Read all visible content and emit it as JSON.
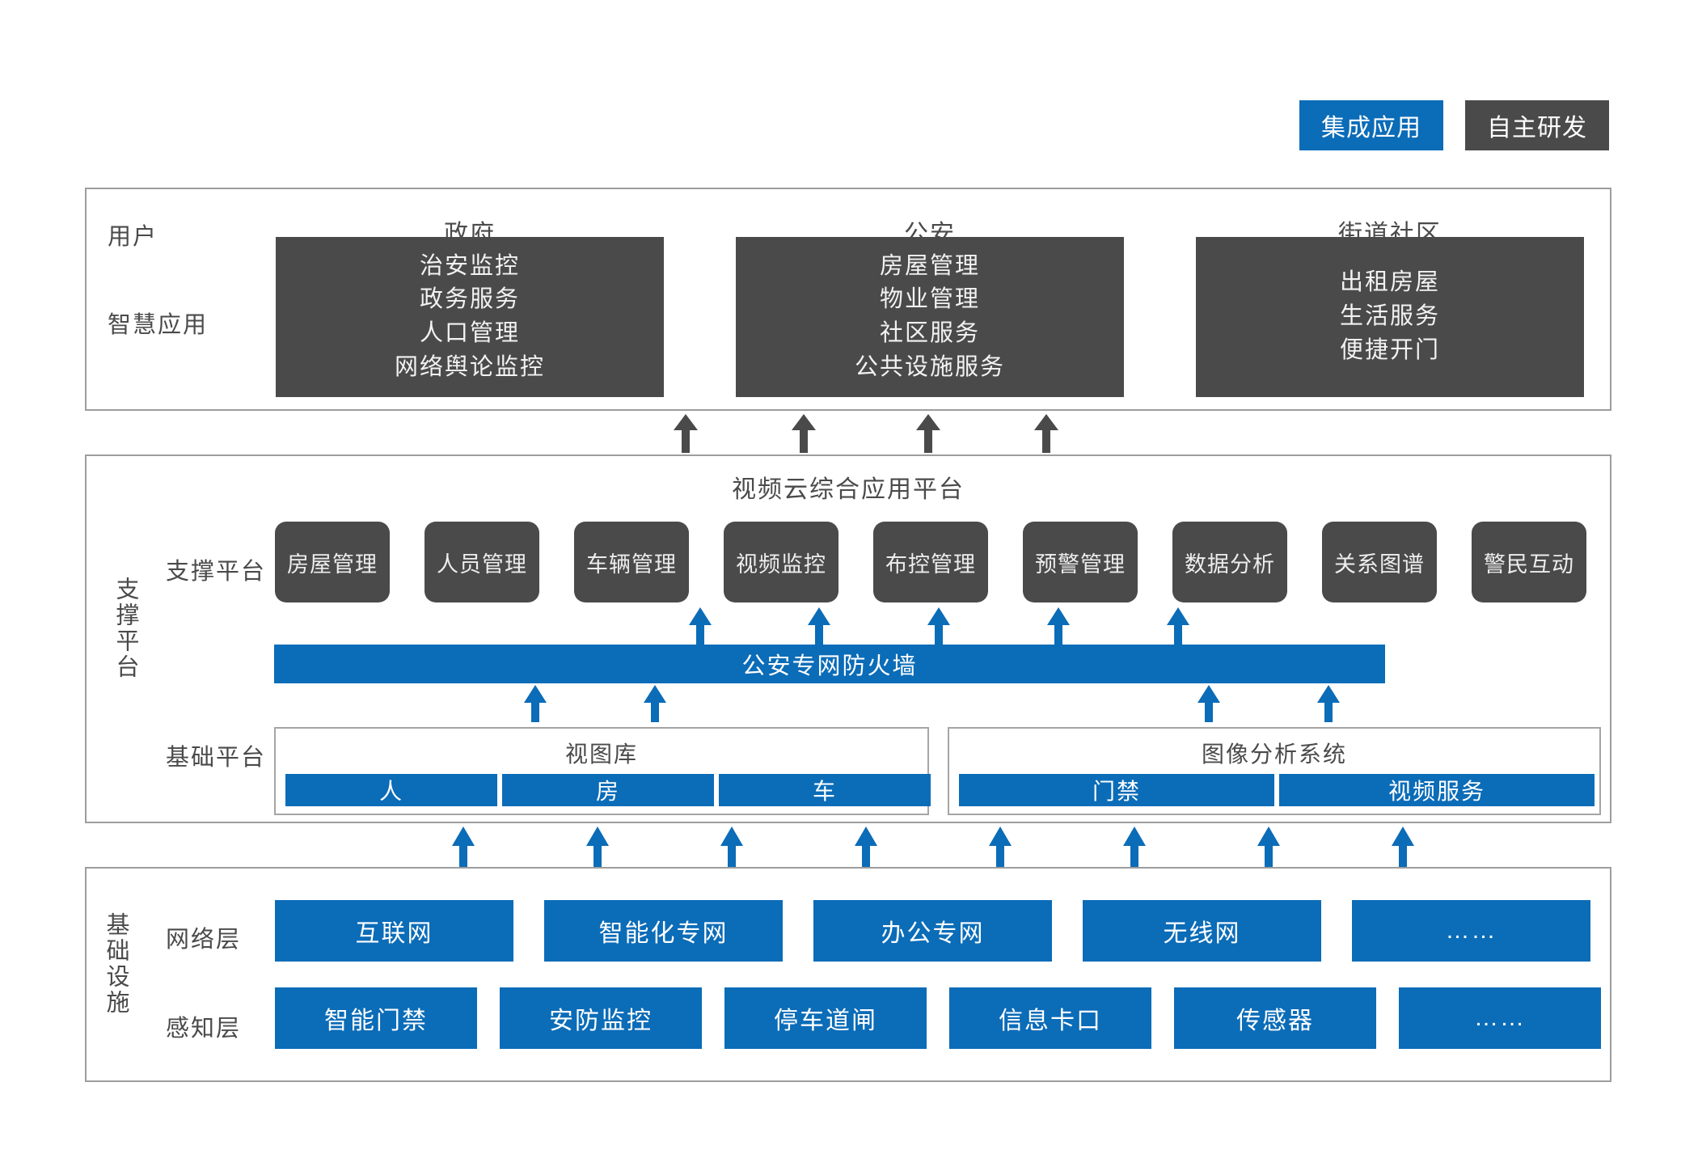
{
  "legend": {
    "items": [
      {
        "label": "集成应用",
        "color": "#0b6cb8"
      },
      {
        "label": "自主研发",
        "color": "#4a4a4a"
      }
    ]
  },
  "application_section": {
    "row_labels": {
      "user": "用户",
      "smart_app": "智慧应用"
    },
    "groups": [
      {
        "title": "政府",
        "items": [
          "治安监控",
          "政务服务",
          "人口管理",
          "网络舆论监控"
        ]
      },
      {
        "title": "公安",
        "items": [
          "房屋管理",
          "物业管理",
          "社区服务",
          "公共设施服务"
        ]
      },
      {
        "title": "街道社区",
        "items": [
          "出租房屋",
          "生活服务",
          "便捷开门"
        ]
      }
    ]
  },
  "platform_section": {
    "side_label": "支撑平台",
    "title": "视频云综合应用平台",
    "support_row_label": "支撑平台",
    "base_row_label": "基础平台",
    "modules": [
      "房屋管理",
      "人员管理",
      "车辆管理",
      "视频监控",
      "布控管理",
      "预警管理",
      "数据分析",
      "关系图谱",
      "警民互动"
    ],
    "firewall": "公安专网防火墙",
    "base_groups": [
      {
        "title": "视图库",
        "items": [
          "人",
          "房",
          "车"
        ]
      },
      {
        "title": "图像分析系统",
        "items": [
          "门禁",
          "视频服务"
        ]
      }
    ]
  },
  "infrastructure_section": {
    "side_label": "基础设施",
    "rows": [
      {
        "label": "网络层",
        "items": [
          "互联网",
          "智能化专网",
          "办公专网",
          "无线网",
          "……"
        ]
      },
      {
        "label": "感知层",
        "items": [
          "智能门禁",
          "安防监控",
          "停车道闸",
          "信息卡口",
          "传感器",
          "……"
        ]
      }
    ]
  },
  "colors": {
    "blue": "#0b6cb8",
    "dark_gray": "#4a4a4a",
    "border_gray": "#9d9d9d"
  }
}
